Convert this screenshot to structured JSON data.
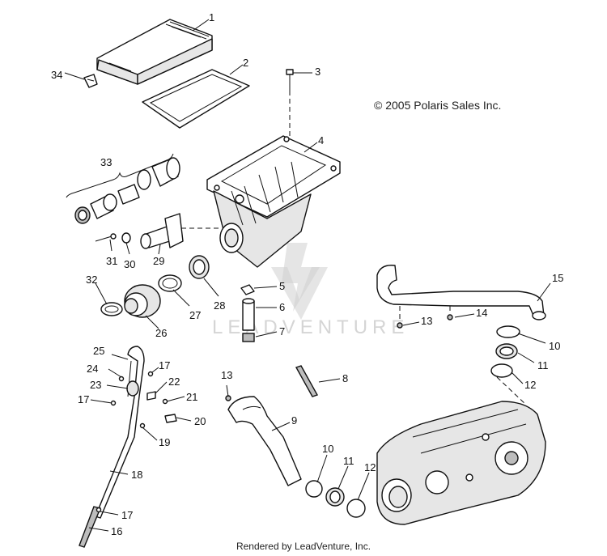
{
  "copyright": "© 2005 Polaris Sales Inc.",
  "rendered_by": "Rendered by LeadVenture, Inc.",
  "watermark": "LEADVENTURE",
  "callouts": {
    "c1": "1",
    "c2": "2",
    "c3": "3",
    "c4": "4",
    "c5": "5",
    "c6": "6",
    "c7": "7",
    "c8": "8",
    "c9": "9",
    "c10a": "10",
    "c10b": "10",
    "c11a": "11",
    "c11b": "11",
    "c12a": "12",
    "c12b": "12",
    "c13a": "13",
    "c13b": "13",
    "c14": "14",
    "c15": "15",
    "c16": "16",
    "c17a": "17",
    "c17b": "17",
    "c17c": "17",
    "c18": "18",
    "c19": "19",
    "c20": "20",
    "c21": "21",
    "c22": "22",
    "c23": "23",
    "c24": "24",
    "c25": "25",
    "c26": "26",
    "c27": "27",
    "c28": "28",
    "c29": "29",
    "c30": "30",
    "c31": "31",
    "c32": "32",
    "c33": "33",
    "c34": "34"
  }
}
